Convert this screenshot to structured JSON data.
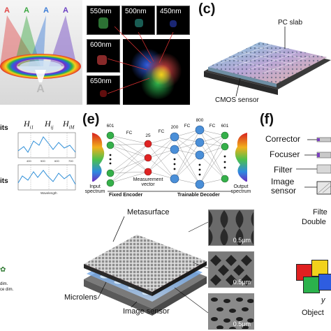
{
  "panel_a": {
    "prism_letters": [
      "A",
      "A",
      "A",
      "A"
    ],
    "base_letter": "A"
  },
  "panel_b": {
    "tiles": [
      {
        "label": "550nm",
        "color": "#3fa34a"
      },
      {
        "label": "500nm",
        "color": "#2a9a8a"
      },
      {
        "label": "450nm",
        "color": "#2b3fbf"
      },
      {
        "label": "600nm",
        "color": "#c23a3a"
      },
      {
        "label": "650nm",
        "color": "#a01818"
      }
    ]
  },
  "panel_c": {
    "letter": "(c)",
    "pc_slab_label": "PC slab",
    "cmos_label": "CMOS sensor"
  },
  "panel_d": {
    "partial_label": "its",
    "h_labels": [
      "H",
      "H",
      "H"
    ],
    "h_subs": [
      "i1",
      "ij",
      "iM"
    ],
    "xlabel": "Wavelength",
    "ticks": [
      "400",
      "500",
      "600",
      "700"
    ],
    "side_label": "its"
  },
  "panel_e": {
    "letter": "(e)",
    "layer_sizes": [
      "601",
      "25",
      "200",
      "800",
      "601"
    ],
    "fc_labels": [
      "FC",
      "FC",
      "FC",
      "FC"
    ],
    "input_label": "Input\nspectrum",
    "measurement_label": "Measurement\nvector",
    "output_label": "Output\nspectrum",
    "fixed_encoder": "Fixed Encoder",
    "trainable_decoder": "Trainable Decoder"
  },
  "panel_f": {
    "letter": "(f)",
    "items": [
      "Corrector",
      "Focuser",
      "Filter",
      "Image\nsensor"
    ],
    "partial_right_1": "Filte",
    "partial_right_2": "Double",
    "object_label": "Object",
    "y_label": "y"
  },
  "panel_g": {
    "metasurface_label": "Metasurface",
    "microlens_label": "Microlens",
    "image_sensor_label": "Image sensor",
    "sem_scales": [
      "0.5μm",
      "0.5μm",
      "0.5μm"
    ],
    "left_partial_1": "dim.",
    "left_partial_2": "ce dim."
  }
}
